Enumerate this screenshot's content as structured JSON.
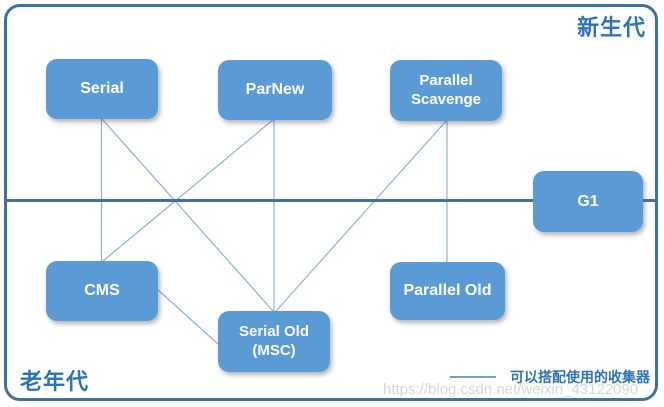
{
  "page": {
    "young_gen_label": "新生代",
    "old_gen_label": "老年代",
    "nodes": {
      "serial": {
        "label": "Serial"
      },
      "parnew": {
        "label": "ParNew"
      },
      "parallel_scavenge": {
        "line1": "Parallel",
        "line2": "Scavenge"
      },
      "g1": {
        "label": "G1"
      },
      "cms": {
        "label": "CMS"
      },
      "serial_old": {
        "line1": "Serial Old",
        "line2": "(MSC)"
      },
      "parallel_old": {
        "label": "Parallel Old"
      }
    },
    "edges": [
      {
        "from": "Serial",
        "to": "CMS"
      },
      {
        "from": "Serial",
        "to": "Serial Old (MSC)"
      },
      {
        "from": "ParNew",
        "to": "CMS"
      },
      {
        "from": "ParNew",
        "to": "Serial Old (MSC)"
      },
      {
        "from": "Parallel Scavenge",
        "to": "Serial Old (MSC)"
      },
      {
        "from": "Parallel Scavenge",
        "to": "Parallel Old"
      },
      {
        "from": "CMS",
        "to": "Serial Old (MSC)"
      }
    ],
    "legend": {
      "label": "可以搭配使用的收集器"
    },
    "watermark": "https://blog.csdn.net/weixin_43122090",
    "colors": {
      "node_fill": "#5B9BD5",
      "node_text": "#FFFFFF",
      "frame": "#41719C",
      "divider": "#41719C",
      "connector": "#8FB0DB",
      "region_label": "#2E74B5",
      "legend_text": "#2E74B5",
      "watermark": "#D6D6D6"
    }
  }
}
